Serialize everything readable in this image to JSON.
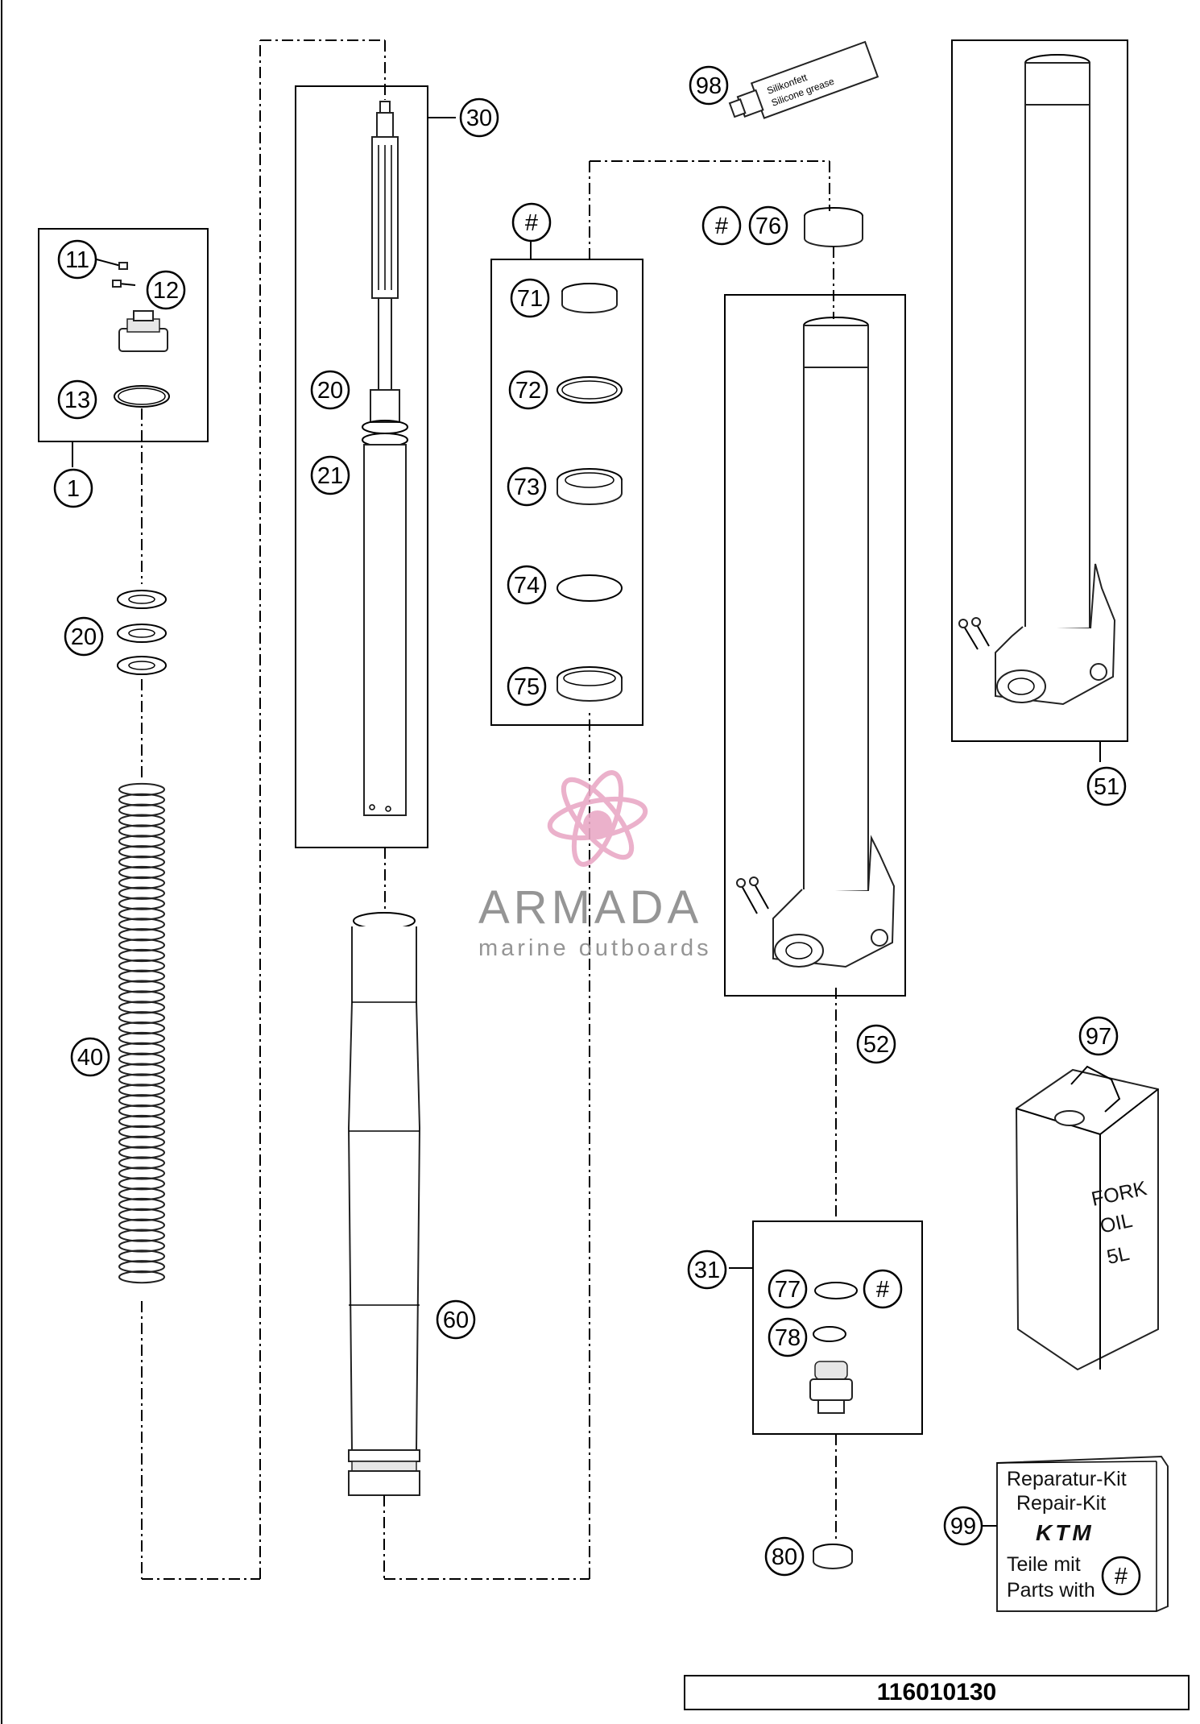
{
  "callouts": {
    "c1": "1",
    "c11": "11",
    "c12": "12",
    "c13": "13",
    "c20a": "20",
    "c20b": "20",
    "c21": "21",
    "c30": "30",
    "c31": "31",
    "c40": "40",
    "c51": "51",
    "c52": "52",
    "c60": "60",
    "c71": "71",
    "c72": "72",
    "c73": "73",
    "c74": "74",
    "c75": "75",
    "c76": "76",
    "c77": "77",
    "c78": "78",
    "c80": "80",
    "c97": "97",
    "c98": "98",
    "c99": "99",
    "hash1": "#",
    "hash2": "#",
    "hash3": "#",
    "hash4": "#"
  },
  "oil_can": {
    "line1": "FORK",
    "line2": "OIL",
    "line3": "5L"
  },
  "tube_label": {
    "line1": "Silikonfett",
    "line2": "Silicone grease"
  },
  "repair_kit": {
    "line1": "Reparatur-Kit",
    "line2": "Repair-Kit",
    "brand": "KTM",
    "line3": "Teile mit",
    "line4": "Parts with"
  },
  "watermark": {
    "name": "ARMADA",
    "tagline": "marine outboards",
    "accent": "#e9a9c6"
  },
  "drawing_number": "116010130"
}
